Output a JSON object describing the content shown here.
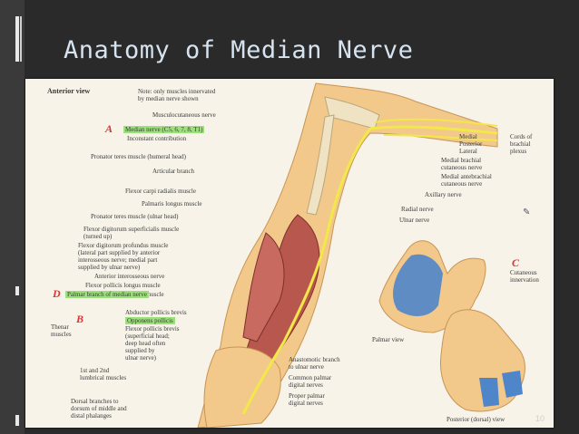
{
  "slide": {
    "title": "Anatomy of Median Nerve",
    "page_number": "10"
  },
  "figure": {
    "view_title": "Anterior view",
    "note": "Note: only muscles innervated\nby median nerve shown",
    "labels_left": [
      {
        "id": "musculocutaneous",
        "text": "Musculocutaneous nerve"
      },
      {
        "id": "median",
        "text": "Median nerve (C5, 6, 7, 8, T1)",
        "highlight": true
      },
      {
        "id": "inconstant",
        "text": "Inconstant contribution"
      },
      {
        "id": "pronator-teres-humeral",
        "text": "Pronator teres muscle (humeral head)"
      },
      {
        "id": "articular-branch",
        "text": "Articular branch"
      },
      {
        "id": "flexor-carpi-radialis",
        "text": "Flexor carpi radialis muscle"
      },
      {
        "id": "palmaris-longus",
        "text": "Palmaris longus muscle"
      },
      {
        "id": "pronator-teres-ulnar",
        "text": "Pronator teres muscle (ulnar head)"
      },
      {
        "id": "fds",
        "text": "Flexor digitorum superficialis muscle\n(turned up)"
      },
      {
        "id": "fdp",
        "text": "Flexor digitorum profundus muscle\n(lateral part supplied by anterior\ninterosseous nerve; medial part\nsupplied by ulnar nerve)"
      },
      {
        "id": "anterior-interosseous",
        "text": "Anterior interosseous nerve"
      },
      {
        "id": "fpl",
        "text": "Flexor pollicis longus muscle"
      },
      {
        "id": "pronator-quadratus",
        "text": "Pronator quadratus muscle"
      },
      {
        "id": "palmar-branch",
        "text": "Palmar branch of median nerve",
        "highlight": true
      },
      {
        "id": "apb",
        "text": "Abductor pollicis brevis"
      },
      {
        "id": "opponens",
        "text": "Opponens pollicis",
        "highlight": true
      },
      {
        "id": "fpb",
        "text": "Flexor pollicis brevis\n(superficial head;\ndeep head often\nsupplied by\nulnar nerve)"
      },
      {
        "id": "thenar",
        "text": "Thenar\nmuscles"
      },
      {
        "id": "lumbricals",
        "text": "1st and 2nd\nlumbrical muscles"
      },
      {
        "id": "dorsal-branches",
        "text": "Dorsal branches to\ndorsum of middle and\ndistal phalanges"
      }
    ],
    "labels_right": [
      {
        "id": "medial",
        "text": "Medial"
      },
      {
        "id": "posterior",
        "text": "Posterior"
      },
      {
        "id": "lateral",
        "text": "Lateral"
      },
      {
        "id": "cords",
        "text": "Cords of\nbrachial\nplexus"
      },
      {
        "id": "medial-brachial",
        "text": "Medial brachial\ncutaneous nerve"
      },
      {
        "id": "medial-antebrachial",
        "text": "Medial antebrachial\ncutaneous nerve"
      },
      {
        "id": "axillary",
        "text": "Axillary nerve"
      },
      {
        "id": "radial",
        "text": "Radial nerve"
      },
      {
        "id": "ulnar",
        "text": "Ulnar nerve"
      },
      {
        "id": "anastomotic",
        "text": "Anastomotic branch\nto ulnar nerve"
      },
      {
        "id": "common-palmar",
        "text": "Common palmar\ndigital nerves"
      },
      {
        "id": "proper-palmar",
        "text": "Proper palmar\ndigital nerves"
      },
      {
        "id": "cutaneous-innervation",
        "text": "Cutaneous\ninnervation"
      },
      {
        "id": "palmar-view",
        "text": "Palmar view"
      },
      {
        "id": "posterior-view",
        "text": "Posterior (dorsal) view"
      }
    ],
    "letters": {
      "A": "A",
      "B": "B",
      "C": "C",
      "D": "D"
    },
    "colors": {
      "nerve": "#f2e84a",
      "muscle": "#b8574d",
      "bone": "#efe3c4",
      "skin": "#f2c98a",
      "median_area": "#4f86c9"
    }
  }
}
